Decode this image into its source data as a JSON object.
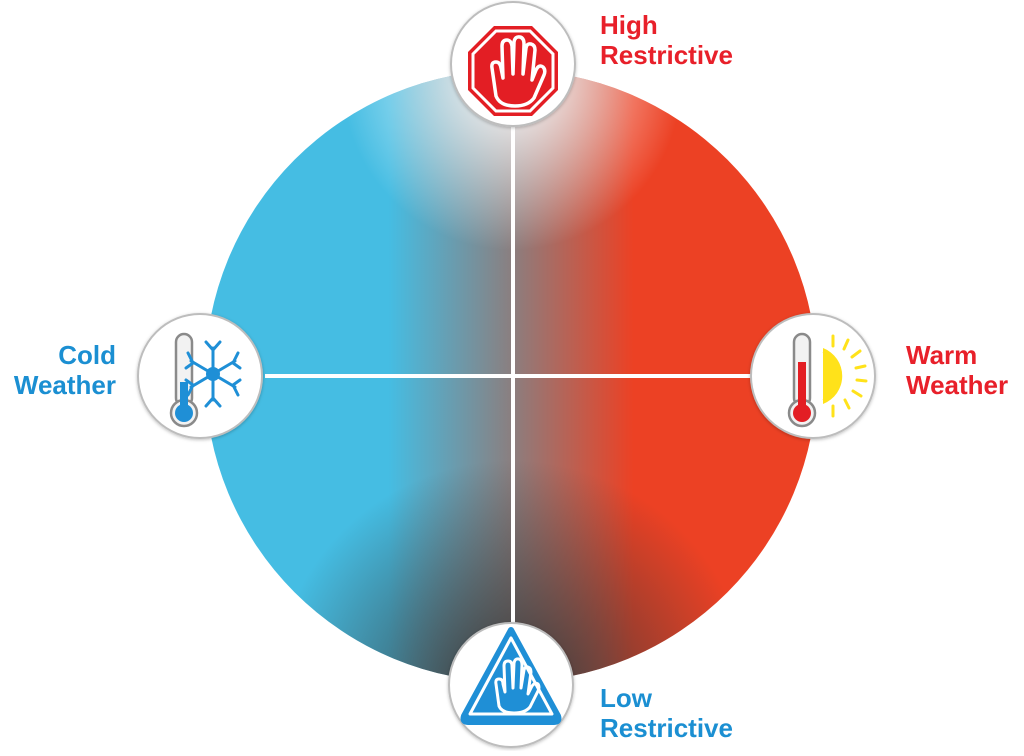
{
  "labels": {
    "high": {
      "line1": "High",
      "line2": "Restrictive"
    },
    "low": {
      "line1": "Low",
      "line2": "Restrictive"
    },
    "cold": {
      "line1": "Cold",
      "line2": "Weather"
    },
    "warm": {
      "line1": "Warm",
      "line2": "Weather"
    }
  },
  "icons": {
    "high": "stop-hand-icon",
    "low": "caution-hand-icon",
    "cold": "cold-thermometer-snowflake-icon",
    "warm": "warm-thermometer-sun-icon"
  },
  "colors": {
    "cold_blue": "#45bde3",
    "warm_red": "#ec4124",
    "dark_bottom": "#4a4a4a",
    "label_red": "#e8202a",
    "label_blue": "#1b8fd2",
    "sun_yellow": "#ffe21a"
  }
}
